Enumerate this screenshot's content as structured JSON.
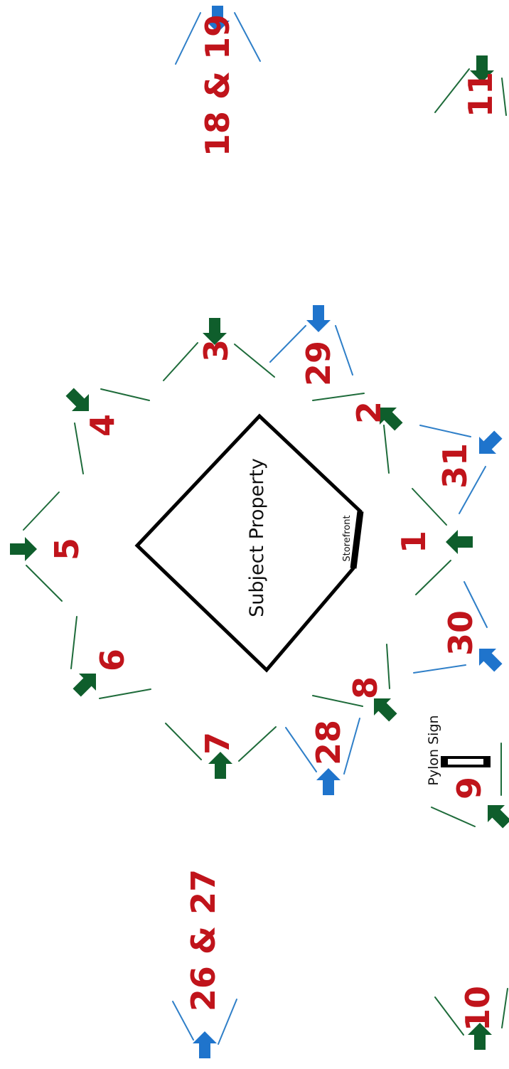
{
  "colors": {
    "green_view": "#0f5e2c",
    "blue_view": "#1f74cc",
    "label_red": "#c0141b",
    "building_outline": "#000000"
  },
  "building": {
    "label": "Subject Property",
    "storefront_label": "Storefront"
  },
  "pylon_sign": {
    "label": "Pylon Sign"
  },
  "photo_points": [
    {
      "label": "1",
      "color": "green",
      "direction": "north"
    },
    {
      "label": "2",
      "color": "green",
      "direction": "north-west"
    },
    {
      "label": "3",
      "color": "green",
      "direction": "west"
    },
    {
      "label": "4",
      "color": "green",
      "direction": "south-west"
    },
    {
      "label": "5",
      "color": "green",
      "direction": "south"
    },
    {
      "label": "6",
      "color": "green",
      "direction": "south-east"
    },
    {
      "label": "7",
      "color": "green",
      "direction": "east"
    },
    {
      "label": "8",
      "color": "green",
      "direction": "north-east"
    },
    {
      "label": "9",
      "color": "green",
      "direction": "north-east"
    },
    {
      "label": "10",
      "color": "green",
      "direction": "east"
    },
    {
      "label": "11",
      "color": "green",
      "direction": "west"
    },
    {
      "label": "18 & 19",
      "color": "blue",
      "direction": "west"
    },
    {
      "label": "26 & 27",
      "color": "blue",
      "direction": "east"
    },
    {
      "label": "28",
      "color": "blue",
      "direction": "east"
    },
    {
      "label": "29",
      "color": "blue",
      "direction": "west"
    },
    {
      "label": "30",
      "color": "blue",
      "direction": "north-west"
    },
    {
      "label": "31",
      "color": "blue",
      "direction": "north-east"
    }
  ]
}
